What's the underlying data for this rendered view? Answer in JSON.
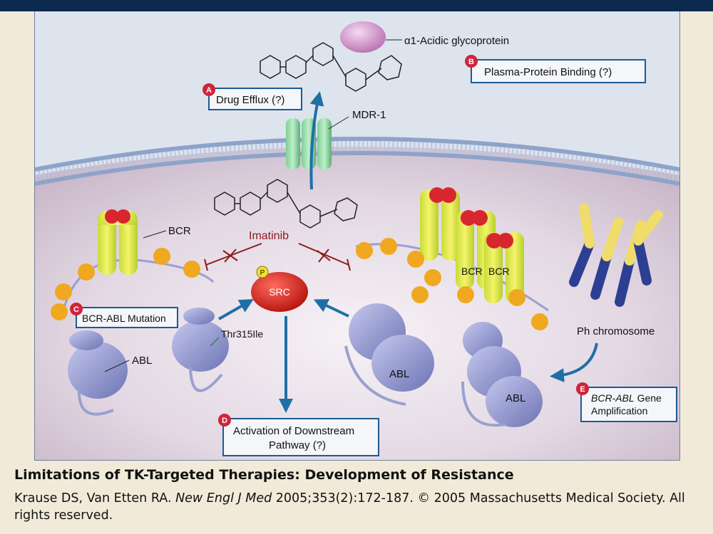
{
  "figure": {
    "serum_protein_label": "α1-Acidic glycoprotein",
    "transporter_label": "MDR-1",
    "drug_label": "Imatinib",
    "bcr_label": "BCR",
    "abl_label": "ABL",
    "kinase_label": "SRC",
    "phospho_label": "P",
    "mutation_site_label": "Thr315Ile",
    "chromosome_label": "Ph chromosome",
    "boxes": [
      {
        "letter": "A",
        "text": "Drug Efflux (?)"
      },
      {
        "letter": "B",
        "text": "Plasma-Protein Binding (?)"
      },
      {
        "letter": "C",
        "text": "BCR-ABL Mutation"
      },
      {
        "letter": "D",
        "text": "Activation of Downstream Pathway (?)",
        "line1": "Activation of Downstream",
        "line2": "Pathway (?)"
      },
      {
        "letter": "E",
        "text": "BCR-ABL Gene Amplification",
        "line1_italic": "BCR-ABL",
        "line1_rest": " Gene",
        "line2": "Amplification"
      }
    ],
    "colors": {
      "header_bar": "#0b2a4e",
      "box_border": "#1d5a93",
      "badge": "#d2233c",
      "inhibition": "#8b1a1a",
      "arrow": "#1f6fa6"
    }
  },
  "caption": {
    "title": "Limitations of TK-Targeted Therapies: Development of Resistance",
    "authors": "Krause DS, Van Etten RA. ",
    "journal": "New Engl J Med",
    "reference": " 2005;353(2):172-187. © 2005 Massachusetts Medical Society. All rights reserved."
  }
}
